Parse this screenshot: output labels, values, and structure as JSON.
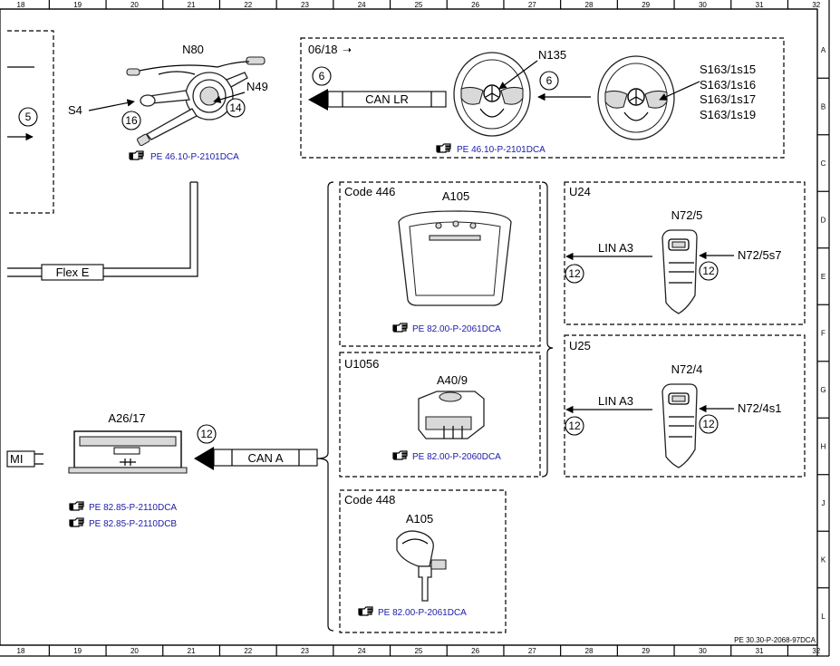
{
  "grid": {
    "columns": [
      "18",
      "19",
      "20",
      "21",
      "22",
      "23",
      "24",
      "25",
      "26",
      "27",
      "28",
      "29",
      "30",
      "31",
      "32"
    ],
    "rows": [
      "A",
      "B",
      "C",
      "D",
      "E",
      "F",
      "G",
      "H",
      "J",
      "K",
      "L"
    ]
  },
  "footer_id": "PE 30.30-P-2068-97DCA",
  "left_panel": {
    "circle": "5"
  },
  "steering_switch": {
    "title": "N80",
    "label_left": "S4",
    "label_right": "N49",
    "circle_a": "16",
    "circle_b": "14",
    "ref": "PE 46.10-P-2101DCA"
  },
  "steering_box": {
    "date": "06/18",
    "arrow_glyph": "➝",
    "circle_left": "6",
    "bus_label": "CAN LR",
    "wheel_label": "N135",
    "circle_mid": "6",
    "switches": [
      "S163/1s15",
      "S163/1s16",
      "S163/1s17",
      "S163/1s19"
    ],
    "ref": "PE 46.10-P-2101DCA"
  },
  "flex_bus": {
    "label": "Flex E"
  },
  "a26": {
    "title": "A26/17",
    "mi_label": "MI",
    "bus_label": "CAN A",
    "circle": "12",
    "refs": [
      "PE 82.85-P-2110DCA",
      "PE 82.85-P-2110DCB"
    ]
  },
  "code446": {
    "code": "Code 446",
    "title": "A105",
    "ref": "PE 82.00-P-2061DCA"
  },
  "u1056": {
    "code": "U1056",
    "title": "A40/9",
    "ref": "PE 82.00-P-2060DCA"
  },
  "code448": {
    "code": "Code 448",
    "title": "A105",
    "ref": "PE 82.00-P-2061DCA"
  },
  "u24": {
    "code": "U24",
    "title": "N72/5",
    "bus_label": "LIN A3",
    "circle_left": "12",
    "switch_label": "N72/5s7",
    "circle_right": "12"
  },
  "u25": {
    "code": "U25",
    "title": "N72/4",
    "bus_label": "LIN A3",
    "circle_left": "12",
    "switch_label": "N72/4s1",
    "circle_right": "12"
  },
  "icons": {
    "reference": "pointing-hand-icon"
  }
}
